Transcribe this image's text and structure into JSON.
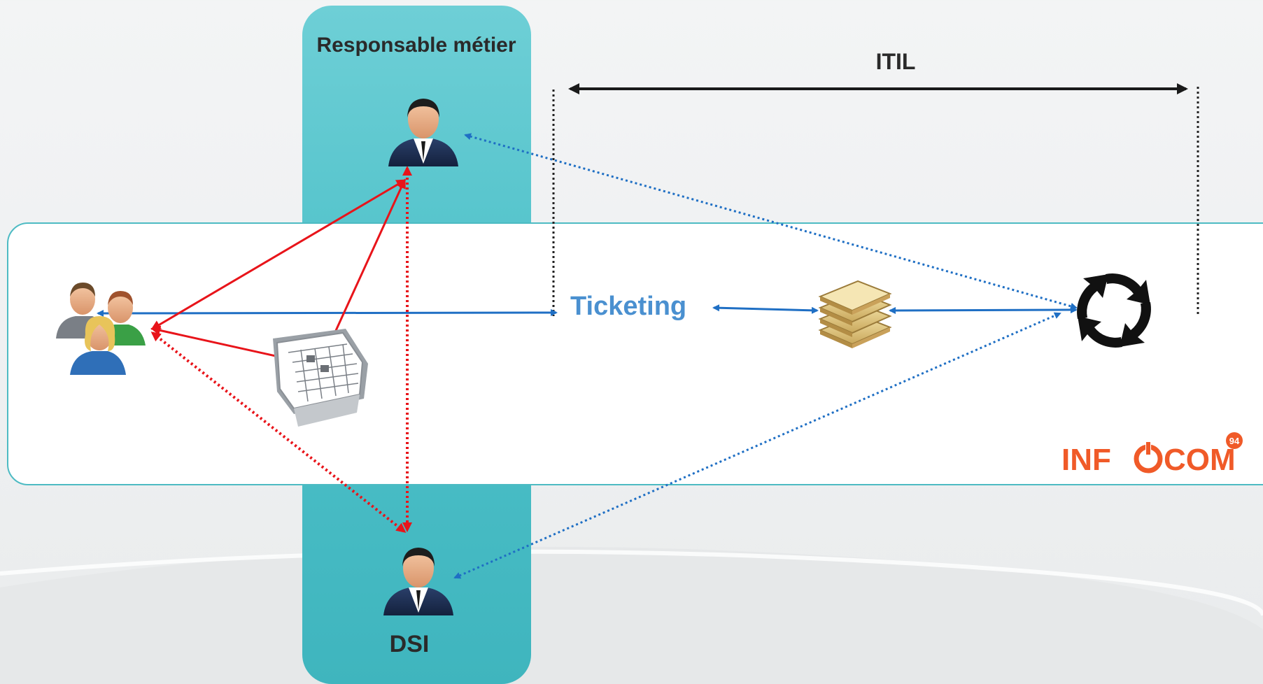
{
  "labels": {
    "responsable": "Responsable métier",
    "dsi": "DSI",
    "itil": "ITIL",
    "ticketing": "Ticketing"
  },
  "logo": {
    "text_before": "INF",
    "text_after": "COM",
    "badge": "94",
    "color": "#f05a28"
  },
  "colors": {
    "column": "#4ec1c9",
    "band_border": "#4dbbc3",
    "blue_arrow": "#1f6fc4",
    "red_arrow": "#e8141a",
    "itil_arrow": "#1a1a1a",
    "ticketing_text": "#4a90d0"
  },
  "icons": [
    "user-group-icon",
    "calendar-icon",
    "businessman-icon",
    "database-stack-icon",
    "cycle-icon"
  ]
}
